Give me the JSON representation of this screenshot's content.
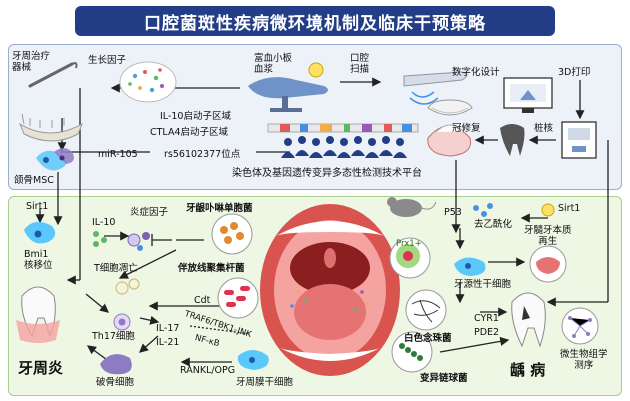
{
  "title": "口腔菌斑性疾病微环境机制及临床干预策略",
  "top": {
    "periodontal_instrument": "牙周治疗\n器械",
    "growth_factor": "生长因子",
    "prp": "富血小板\n血浆",
    "oral_scan": "口腔\n扫描",
    "digital_design": "数字化设计",
    "print_3d": "3D打印",
    "jaw_msc": "颌骨MSC",
    "il10_region": "IL-10启动子区域",
    "ctla4_region": "CTLA4启动子区域",
    "rs_site": "rs56102377位点",
    "mir105": "miR-105",
    "crown": "冠修复",
    "post_core": "桩核",
    "platform": "染色体及基因遗传变异多态性检测技术平台"
  },
  "bottom": {
    "sirt1_left": "Sirt1",
    "il10": "IL-10",
    "inflammatory": "炎症因子",
    "bmi1": "Bmi1\n核移位",
    "pg": "牙龈卟啉单胞菌",
    "t_apoptosis": "T细胞凋亡",
    "aa": "伴放线聚集杆菌",
    "cdt": "Cdt",
    "th17": "Th17细胞",
    "il17": "IL-17",
    "il21": "IL-21",
    "traf": "TRAF6/TBK1-JNK",
    "nfkb": "NF-κB",
    "rankl": "RANKL/OPG",
    "osteoclast": "破骨细胞",
    "pdlsc": "牙周膜干细胞",
    "periodontitis": "牙周炎",
    "p53": "P53",
    "deacetyl": "去乙酰化",
    "sirt1_right": "Sirt1",
    "prx1": "Prx1+",
    "odontogenic": "牙源性干细胞",
    "regen": "牙髓牙本质\n再生",
    "candida": "白色念珠菌",
    "cyr1": "CYR1",
    "pde2": "PDE2",
    "smutans": "变异链球菌",
    "caries": "龋 病",
    "microbiome": "微生物组学\n测序"
  }
}
